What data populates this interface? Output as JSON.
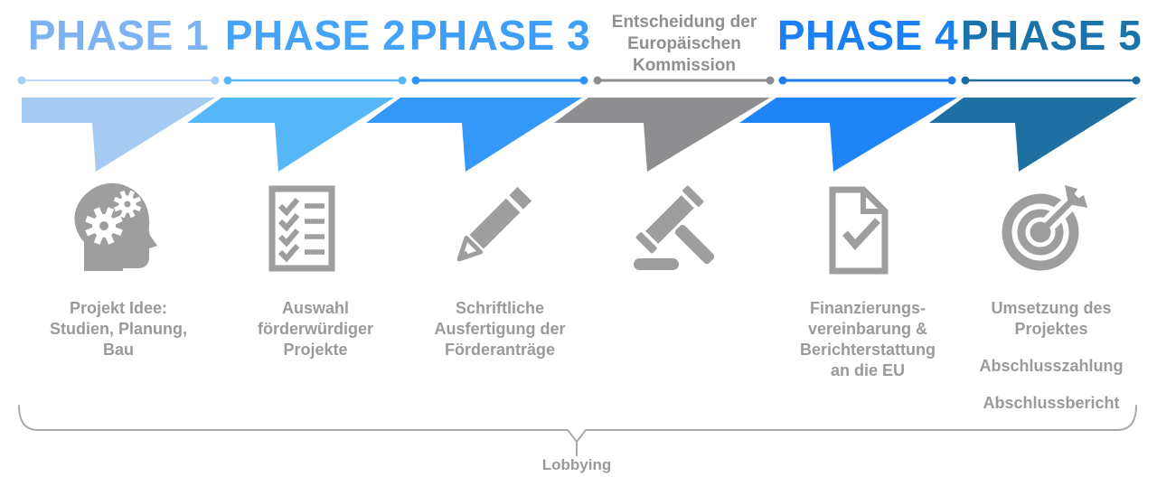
{
  "canvas": {
    "background": "#ffffff"
  },
  "sections": [
    {
      "kind": "phase",
      "title": "PHASE 1",
      "title_color": "#7db3f2",
      "line_color": "#a9cdf4",
      "shape_color": "#a6cbf3",
      "icon": "head-gears-icon",
      "desc": [
        [
          "Projekt Idee:",
          "Studien, Planung,",
          "Bau"
        ]
      ]
    },
    {
      "kind": "phase",
      "title": "PHASE 2",
      "title_color": "#45a4f7",
      "line_color": "#57b6f7",
      "shape_color": "#56b7f8",
      "icon": "checklist-icon",
      "desc": [
        [
          "Auswahl",
          "förderwürdiger",
          "Projekte"
        ]
      ]
    },
    {
      "kind": "phase",
      "title": "PHASE 3",
      "title_color": "#3f9ef7",
      "line_color": "#2f92f5",
      "shape_color": "#3398f8",
      "icon": "pencil-icon",
      "desc": [
        [
          "Schriftliche",
          "Ausfertigung der",
          "Förderanträge"
        ]
      ]
    },
    {
      "kind": "decision",
      "title_lines": [
        "Entscheidung der",
        "Europäischen",
        "Kommission"
      ],
      "title_color": "#8f8f91",
      "line_color": "#8e8e90",
      "shape_color": "#8e8e90",
      "icon": "gavel-icon",
      "desc": []
    },
    {
      "kind": "phase",
      "title": "PHASE 4",
      "title_color": "#1b80f2",
      "line_color": "#1b7df0",
      "shape_color": "#1f85f6",
      "icon": "document-check-icon",
      "desc": [
        [
          "Finanzierungs-",
          "vereinbarung &",
          "Berichterstattung",
          "an die EU"
        ]
      ]
    },
    {
      "kind": "phase",
      "title": "PHASE 5",
      "title_color": "#1a74ab",
      "line_color": "#1d6e9f",
      "shape_color": "#1e6fa2",
      "icon": "target-arrow-icon",
      "desc": [
        [
          "Umsetzung des",
          "Projektes"
        ],
        [
          "Abschlusszahlung"
        ],
        [
          "Abschlussbericht"
        ]
      ]
    }
  ],
  "footer": {
    "label": "Lobbying",
    "bracket_color": "#a9a9a9"
  },
  "styles": {
    "text_color": "#9a9a9a",
    "icon_color": "#9e9e9e"
  }
}
